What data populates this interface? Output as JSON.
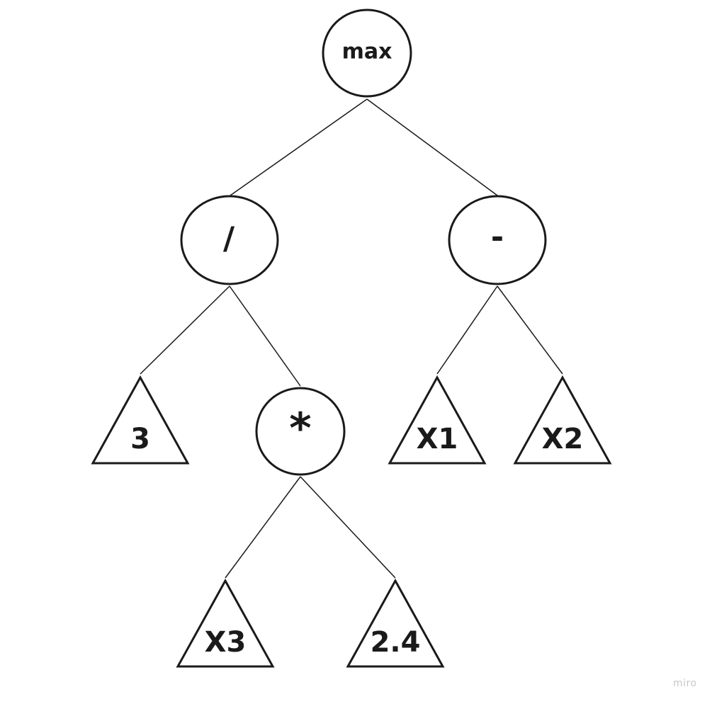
{
  "nodes": {
    "max": {
      "label": "max",
      "shape": "circle"
    },
    "divide": {
      "label": "/",
      "shape": "circle"
    },
    "minus": {
      "label": "-",
      "shape": "circle"
    },
    "const_3": {
      "label": "3",
      "shape": "triangle"
    },
    "multiply": {
      "label": "*",
      "shape": "circle"
    },
    "x1": {
      "label": "X1",
      "shape": "triangle"
    },
    "x2": {
      "label": "X2",
      "shape": "triangle"
    },
    "x3": {
      "label": "X3",
      "shape": "triangle"
    },
    "const_2_4": {
      "label": "2.4",
      "shape": "triangle"
    }
  },
  "edges": [
    {
      "from": "max",
      "to": "divide"
    },
    {
      "from": "max",
      "to": "minus"
    },
    {
      "from": "divide",
      "to": "const_3"
    },
    {
      "from": "divide",
      "to": "multiply"
    },
    {
      "from": "minus",
      "to": "x1"
    },
    {
      "from": "minus",
      "to": "x2"
    },
    {
      "from": "multiply",
      "to": "x3"
    },
    {
      "from": "multiply",
      "to": "const_2_4"
    }
  ],
  "watermark": "miro",
  "colors": {
    "stroke": "#1a1a1a",
    "background": "#ffffff",
    "watermark": "#c8c8c8"
  }
}
